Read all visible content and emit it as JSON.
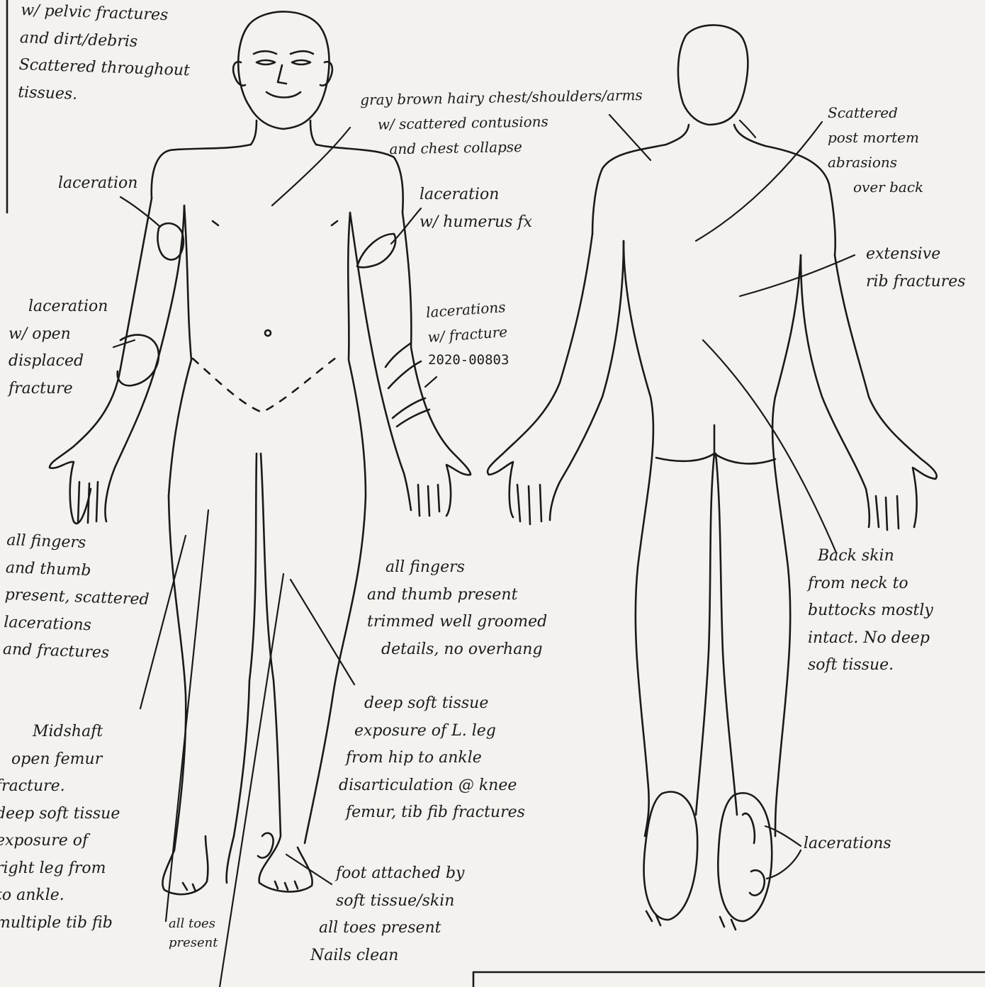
{
  "notes": {
    "pelvis": [
      "w/ pelvic fractures",
      "and dirt/debris",
      "Scattered throughout",
      "tissues."
    ],
    "chest": [
      "gray brown hairy chest/shoulders/arms",
      "w/ scattered contusions",
      "and chest collapse"
    ],
    "laceration_upper_left": [
      "laceration"
    ],
    "laceration_humerus": [
      "laceration",
      "w/ humerus fx"
    ],
    "laceration_open_fracture": [
      "laceration",
      "w/ open",
      "displaced",
      "fracture"
    ],
    "laceration_with_fracture": [
      "lacerations",
      "w/ fracture"
    ],
    "case_number": "2020-00803",
    "fingers_left": [
      "all fingers",
      "and thumb",
      "present, scattered",
      "lacerations",
      "and fractures"
    ],
    "fingers_right": [
      "all fingers",
      "and thumb present",
      "trimmed well groomed",
      "details, no overhang"
    ],
    "deep_soft_tissue_left": [
      "deep soft tissue",
      "exposure of L. leg",
      "from hip to ankle",
      "disarticulation @ knee",
      "femur, tib fib fractures"
    ],
    "femur": [
      "Midshaft",
      "open femur",
      "fracture.",
      "deep soft tissue",
      "exposure of",
      "right leg from",
      "to ankle.",
      "multiple tib fib"
    ],
    "foot": [
      "foot attached by",
      "soft tissue/skin",
      "all toes present",
      "Nails clean"
    ],
    "toes": [
      "all toes",
      "present"
    ],
    "abrasions_back": [
      "Scattered",
      "post mortem",
      "abrasions",
      "over back"
    ],
    "rib_fractures": [
      "extensive",
      "rib fractures"
    ],
    "back_skin": [
      "Back skin",
      "from neck to",
      "buttocks mostly",
      "intact. No deep",
      "soft tissue."
    ],
    "lacerations_lower_right": [
      "lacerations"
    ]
  }
}
